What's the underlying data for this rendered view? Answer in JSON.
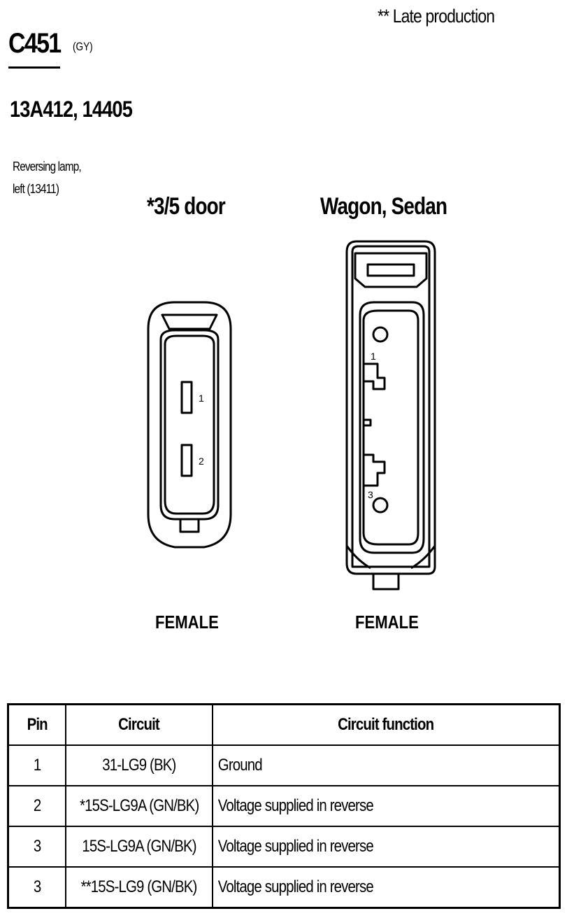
{
  "header": {
    "note": "**   Late production",
    "connector_id": "C451",
    "color_code": "(GY)",
    "part_numbers": "13A412, 14405",
    "description_line1": "Reversing lamp,",
    "description_line2": "left (13411)"
  },
  "variants": [
    {
      "label": "*3/5 door",
      "gender": "FEMALE",
      "pins": [
        "1",
        "2"
      ]
    },
    {
      "label": "Wagon, Sedan",
      "gender": "FEMALE",
      "pins": [
        "1",
        "3"
      ]
    }
  ],
  "table": {
    "headers": [
      "Pin",
      "Circuit",
      "Circuit function"
    ],
    "rows": [
      {
        "pin": "1",
        "circuit": "31-LG9 (BK)",
        "function": "Ground"
      },
      {
        "pin": "2",
        "circuit": "*15S-LG9A (GN/BK)",
        "function": "Voltage supplied in reverse"
      },
      {
        "pin": "3",
        "circuit": "15S-LG9A (GN/BK)",
        "function": "Voltage supplied in reverse"
      },
      {
        "pin": "3",
        "circuit": "**15S-LG9 (GN/BK)",
        "function": "Voltage supplied in reverse"
      }
    ]
  }
}
